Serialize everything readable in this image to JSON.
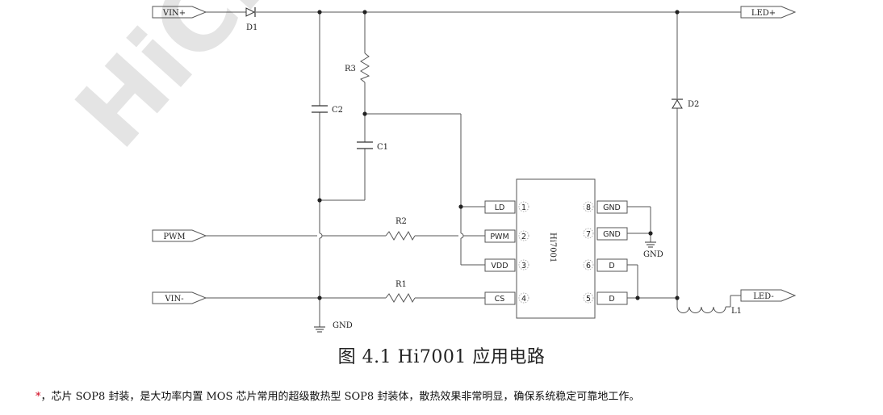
{
  "watermark": "HiCh",
  "ports": {
    "vin_plus": "VIN+",
    "pwm": "PWM",
    "vin_minus": "VIN-",
    "led_plus": "LED+",
    "led_minus": "LED-"
  },
  "components": {
    "d1": "D1",
    "d2": "D2",
    "r1": "R1",
    "r2": "R2",
    "r3": "R3",
    "c1": "C1",
    "c2": "C2",
    "l1": "L1"
  },
  "gnd_label": "GND",
  "chip": {
    "name": "Hi7001",
    "pins": [
      {
        "num": "1",
        "name": "LD"
      },
      {
        "num": "2",
        "name": "PWM"
      },
      {
        "num": "3",
        "name": "VDD"
      },
      {
        "num": "4",
        "name": "CS"
      },
      {
        "num": "8",
        "name": "GND"
      },
      {
        "num": "7",
        "name": "GND"
      },
      {
        "num": "6",
        "name": "D"
      },
      {
        "num": "5",
        "name": "D"
      }
    ]
  },
  "caption": "图 4.1 Hi7001 应用电路",
  "note": {
    "star": "*",
    "text": "，芯片 SOP8 封装，是大功率内置 MOS 芯片常用的超级散热型 SOP8 封装体，散热效果非常明显，确保系统稳定可靠地工作。"
  }
}
